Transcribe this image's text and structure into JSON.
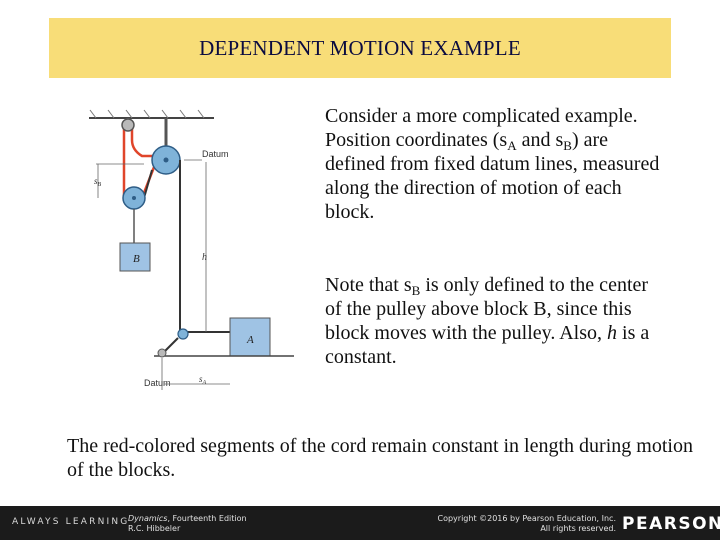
{
  "title": "DEPENDENT MOTION EXAMPLE",
  "paragraph1": {
    "t1": "Consider a more complicated example.  Position coordinates (s",
    "sub1": "A",
    "t2": " and s",
    "sub2": "B",
    "t3": ") are defined from fixed datum lines, measured along the direction of motion of each block."
  },
  "paragraph2": {
    "t1": "Note that s",
    "sub1": "B",
    "t2": " is only defined to the center of the pulley above block B, since this block moves with the pulley.  Also, ",
    "italic": "h",
    "t3": " is a constant."
  },
  "paragraph3": "The red-colored segments of the cord remain constant in length during motion of the blocks.",
  "figure": {
    "label_datum_top": "Datum",
    "label_datum_bottom": "Datum",
    "label_sB": "s",
    "label_sB_sub": "B",
    "label_sA": "s",
    "label_sA_sub": "A",
    "label_h": "h",
    "label_block_B": "B",
    "label_block_A": "A",
    "colors": {
      "red_cord": "#e0452a",
      "blue_pulley": "#7fb3d9",
      "block": "#9fc3e4",
      "ceiling": "#444444"
    }
  },
  "footer": {
    "always_learning": "ALWAYS LEARNING",
    "book_title": "Dynamics",
    "book_edition": ", Fourteenth Edition",
    "author": "R.C. Hibbeler",
    "copyright": "Copyright ©2016 by Pearson Education, Inc.",
    "rights": "All rights reserved.",
    "brand": "PEARSON"
  }
}
